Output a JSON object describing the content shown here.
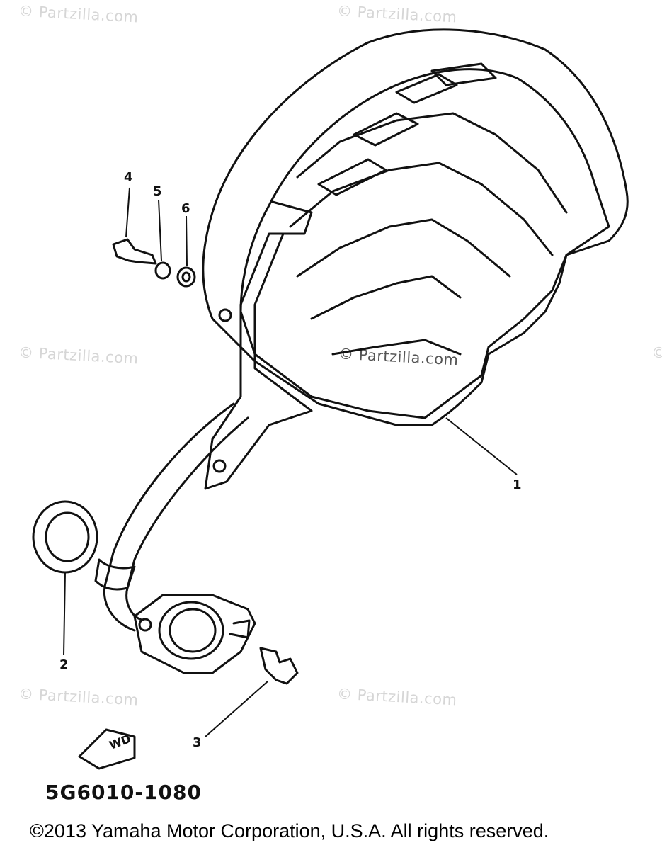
{
  "watermarks": [
    "© Partzilla.com",
    "© Partzilla.com",
    "© Partzilla.com",
    "© Partzilla.com",
    "© Partzilla.com",
    "© Partzilla.com",
    "© Partzilla.com"
  ],
  "callouts": {
    "part1": "1",
    "part2": "2",
    "part3": "3",
    "part4": "4",
    "part5": "5",
    "part6": "6"
  },
  "fwd_label": "WD",
  "diagram_code": "5G6010-1080",
  "copyright": "©2013 Yamaha Motor Corporation, U.S.A. All rights reserved."
}
